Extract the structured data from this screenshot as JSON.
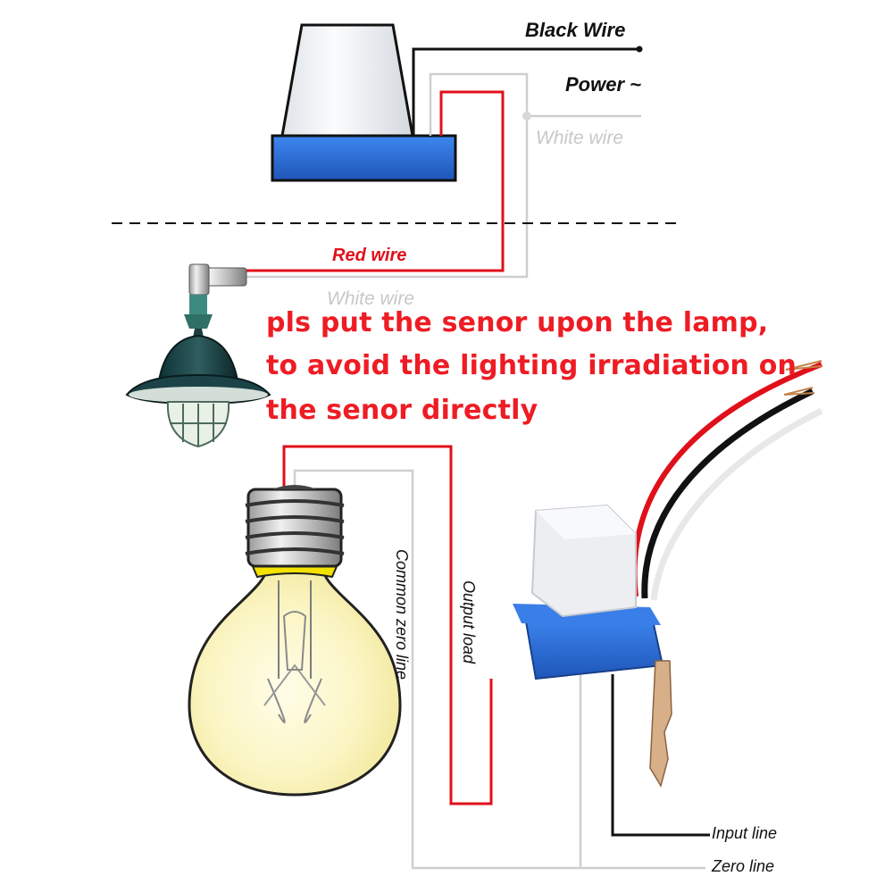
{
  "labels": {
    "black_wire": "Black Wire",
    "power": "Power ~",
    "white_wire_top": "White wire",
    "red_wire": "Red wire",
    "white_wire_lamp": "White wire",
    "common_zero_line": "Common zero line",
    "output_load": "Output load",
    "input_line": "Input line",
    "zero_line": "Zero line"
  },
  "note": {
    "line1": "pls put the senor upon the lamp,",
    "line2": "to avoid the lighting irradiation on",
    "line3": "the senor directly"
  },
  "colors": {
    "red_wire": "#e0101a",
    "black_wire": "#111111",
    "white_wire": "#c8c8c8",
    "sensor_blue": "#2f6fdc",
    "note_red": "#ee1c24",
    "bulb_glow": "#fbf6c8"
  }
}
